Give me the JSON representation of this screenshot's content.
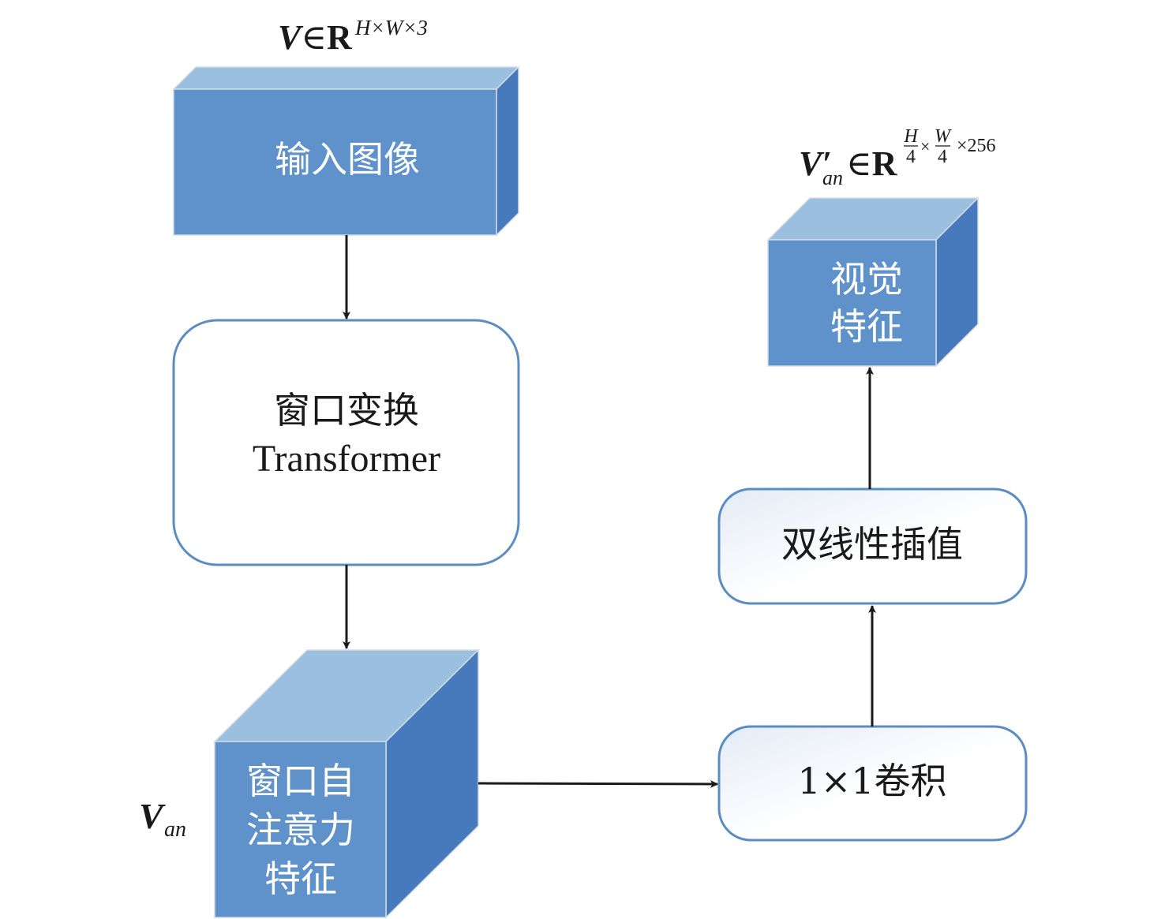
{
  "diagram": {
    "colors": {
      "cube_front": "#5f92ca",
      "cube_top": "#9bbfdf",
      "cube_side": "#477abc",
      "cube_edge": "#d4dce6",
      "box_border": "#5b8dc2",
      "box_fill_light": "#e4ebf6",
      "arrow": "#1a1a1a"
    },
    "nodes": {
      "input_image": {
        "label": "输入图像",
        "type": "cube"
      },
      "window_transformer": {
        "line1": "窗口变换",
        "line2": "Transformer",
        "type": "rounded-box"
      },
      "window_attention_features": {
        "line1": "窗口自",
        "line2": "注意力",
        "line3": "特征",
        "type": "cube"
      },
      "conv_1x1": {
        "label": "1×1卷积",
        "type": "rounded-box"
      },
      "bilinear_interp": {
        "label": "双线性插值",
        "type": "rounded-box"
      },
      "visual_features": {
        "line1": "视觉",
        "line2": "特征",
        "type": "cube"
      }
    },
    "annotations": {
      "input_formula": {
        "symbol": "V",
        "in": "∈",
        "set": "R",
        "sup": "H×W×3"
      },
      "output_formula": {
        "symbol": "V′",
        "sub": "an",
        "in": "∈",
        "set": "R",
        "frac1_num": "H",
        "frac1_den": "4",
        "times": "×",
        "frac2_num": "W",
        "frac2_den": "4",
        "tail": "×256"
      },
      "mid_label": {
        "symbol": "V",
        "sub": "an"
      }
    },
    "edges": [
      {
        "from": "input_image",
        "to": "window_transformer"
      },
      {
        "from": "window_transformer",
        "to": "window_attention_features"
      },
      {
        "from": "window_attention_features",
        "to": "conv_1x1"
      },
      {
        "from": "conv_1x1",
        "to": "bilinear_interp"
      },
      {
        "from": "bilinear_interp",
        "to": "visual_features"
      }
    ]
  }
}
